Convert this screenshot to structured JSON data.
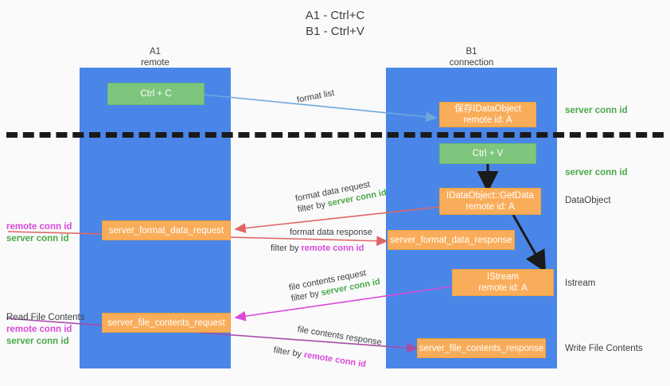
{
  "title": {
    "line1": "A1 - Ctrl+C",
    "line2": "B1 - Ctrl+V"
  },
  "lanes": [
    {
      "name": "A1",
      "sub": "remote",
      "color": "#4a86e8"
    },
    {
      "name": "B1",
      "sub": "connection",
      "color": "#4a86e8"
    }
  ],
  "nodes": {
    "ctrl_c": {
      "line1": "Ctrl + C",
      "line2": "",
      "color": "#7ec67e"
    },
    "save_idata": {
      "line1": "保存IDataObject",
      "line2": "remote id: A",
      "color": "#f9ad5a"
    },
    "ctrl_v": {
      "line1": "Ctrl + V",
      "line2": "",
      "color": "#7ec67e"
    },
    "getdata": {
      "line1": "IDataObject::GetData",
      "line2": "remote id: A",
      "color": "#f9ad5a"
    },
    "istream": {
      "line1": "IStream",
      "line2": "remote id: A",
      "color": "#f9ad5a"
    },
    "fmt_req": {
      "line1": "server_format_data_request",
      "line2": "",
      "color": "#f9ad5a"
    },
    "fmt_resp": {
      "line1": "server_format_data_response",
      "line2": "",
      "color": "#f9ad5a"
    },
    "file_req": {
      "line1": "server_file_contents_request",
      "line2": "",
      "color": "#f9ad5a"
    },
    "file_resp": {
      "line1": "server_file_contents_response",
      "line2": "",
      "color": "#f9ad5a"
    }
  },
  "edge_labels": {
    "format_list": "format list",
    "format_data_request": "format data request",
    "format_data_request_filter_prefix": "filter by ",
    "format_data_request_filter_key": "server conn id",
    "format_data_response": "format data response",
    "format_data_response_filter_prefix": "filter by ",
    "format_data_response_filter_key": "remote conn id",
    "file_contents_request": "file contents request",
    "file_contents_request_filter_prefix": "filter by ",
    "file_contents_request_filter_key": "server conn id",
    "file_contents_response": "file contents response",
    "file_contents_response_filter_prefix": "filter by ",
    "file_contents_response_filter_key": "remote conn id"
  },
  "right_notes": {
    "server_conn_id_1": "server conn id",
    "server_conn_id_2": "server conn id",
    "dataobject": "DataObject",
    "istream": "Istream",
    "write_file_contents": "Write File Contents"
  },
  "left_notes": {
    "pair_1_remote": "remote conn id",
    "pair_1_server": "server conn id",
    "read_file_contents": "Read File Contents",
    "pair_2_remote": "remote conn id",
    "pair_2_server": "server conn id"
  },
  "colors": {
    "lane": "#4a86e8",
    "orange": "#f9ad5a",
    "green_box": "#7ec67e",
    "green_text": "#4aa84a",
    "pink_text": "#d94ad9",
    "arrow_blue": "#6fa8dc",
    "arrow_red": "#e06666",
    "arrow_pink": "#d94ad9",
    "arrow_purple": "#a64ca6",
    "arrow_black": "#1a1a1a",
    "background": "#fafafa"
  }
}
